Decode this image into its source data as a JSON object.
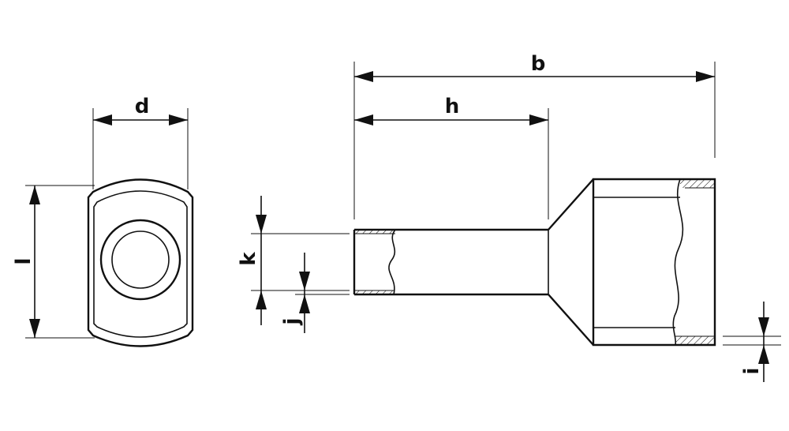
{
  "labels": {
    "d": "d",
    "l": "l",
    "k": "k",
    "j": "j",
    "h": "h",
    "b": "b",
    "i": "i"
  }
}
